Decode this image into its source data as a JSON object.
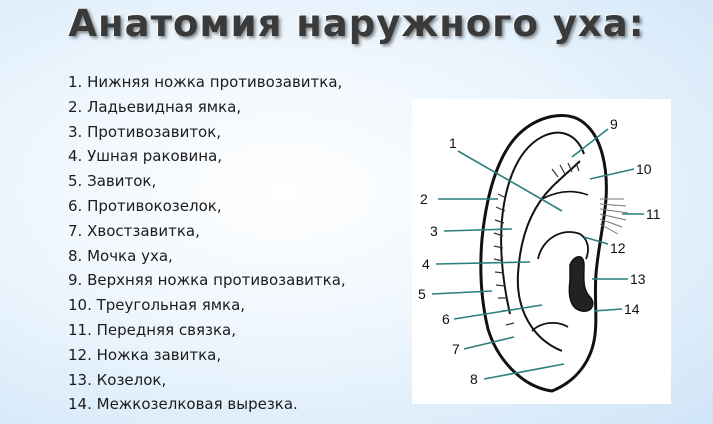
{
  "title": "Анатомия наружного уха:",
  "legend": [
    "1. Нижняя ножка противозавитка,",
    "2. Ладьевидная ямка,",
    "3. Противозавиток,",
    "4. Ушная раковина,",
    "5. Завиток,",
    "6. Противокозелок,",
    "7. Хвостзавитка,",
    "8. Мочка уха,",
    "9. Верхняя ножка противозавитка,",
    "10.  Треугольная ямка,",
    "11. Передняя связка,",
    "12. Ножка завитка,",
    "13. Козелок,",
    "14. Межкозелковая вырезка."
  ],
  "diagram": {
    "labels": [
      "1",
      "2",
      "3",
      "4",
      "5",
      "6",
      "7",
      "8",
      "9",
      "10",
      "11",
      "12",
      "13",
      "14"
    ]
  }
}
